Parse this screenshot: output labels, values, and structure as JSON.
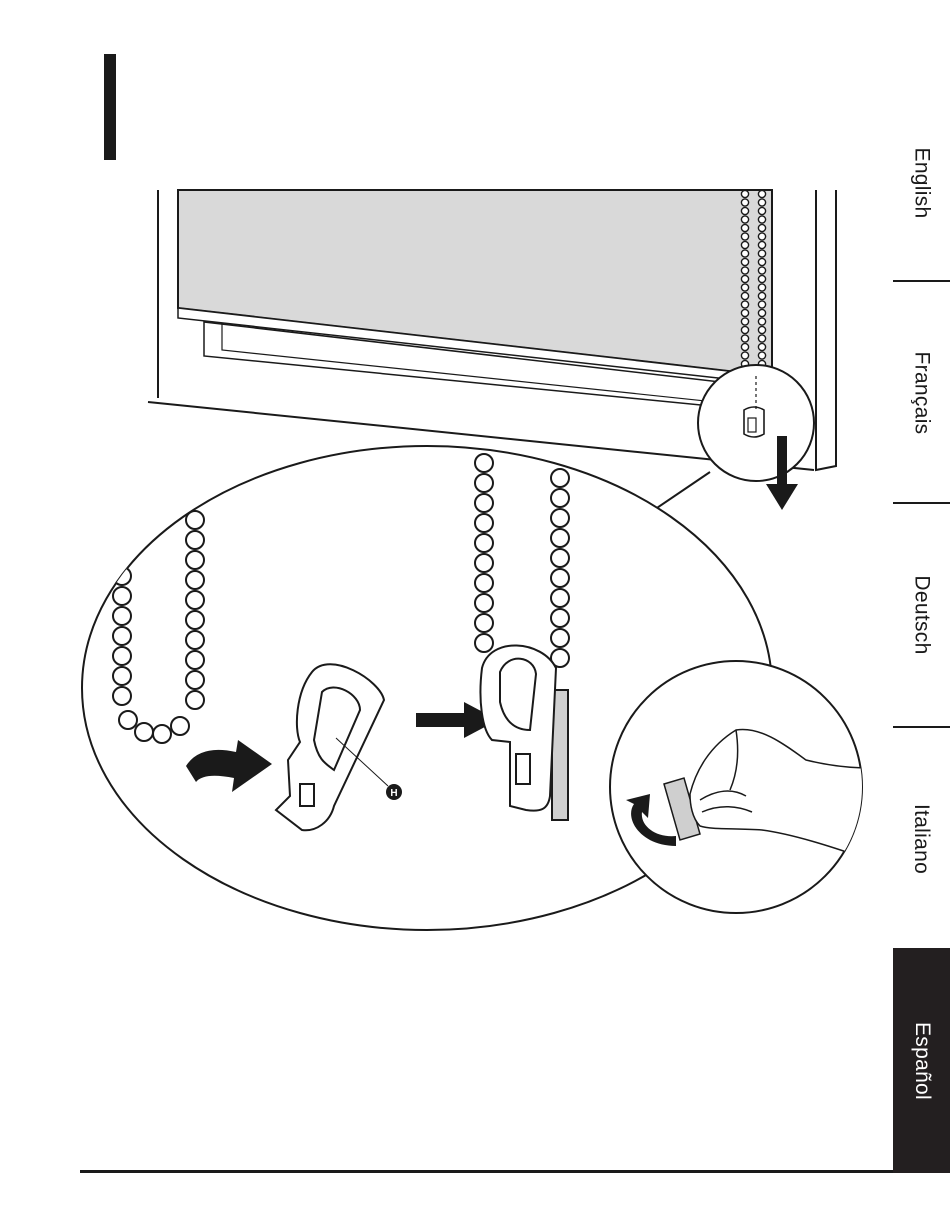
{
  "languages": [
    {
      "label": "English",
      "active": false
    },
    {
      "label": "Français",
      "active": false
    },
    {
      "label": "Deutsch",
      "active": false
    },
    {
      "label": "Italiano",
      "active": false
    },
    {
      "label": "Español",
      "active": true
    }
  ],
  "illustration": {
    "part_callout": "H"
  },
  "colors": {
    "ink": "#1a1a1a",
    "shade_fabric": "#d9d9d9",
    "tape": "#cfcfcf",
    "active_tab": "#231f20"
  }
}
